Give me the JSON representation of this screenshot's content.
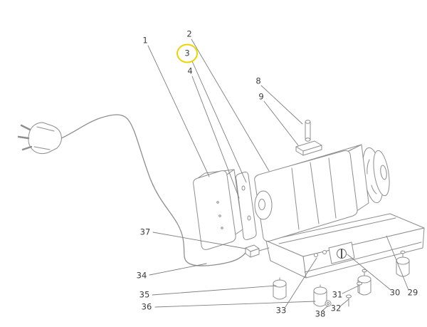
{
  "colors": {
    "highlight": "#EDD400",
    "line": "#8e8e8e",
    "leader": "#7f7f7f",
    "background": "#ffffff"
  },
  "highlighted_callout": "3",
  "callouts": [
    {
      "num": "1"
    },
    {
      "num": "2"
    },
    {
      "num": "3"
    },
    {
      "num": "4"
    },
    {
      "num": "8"
    },
    {
      "num": "9"
    },
    {
      "num": "37"
    },
    {
      "num": "34"
    },
    {
      "num": "35"
    },
    {
      "num": "36"
    },
    {
      "num": "33"
    },
    {
      "num": "38"
    },
    {
      "num": "32"
    },
    {
      "num": "31"
    },
    {
      "num": "30"
    },
    {
      "num": "29"
    }
  ]
}
